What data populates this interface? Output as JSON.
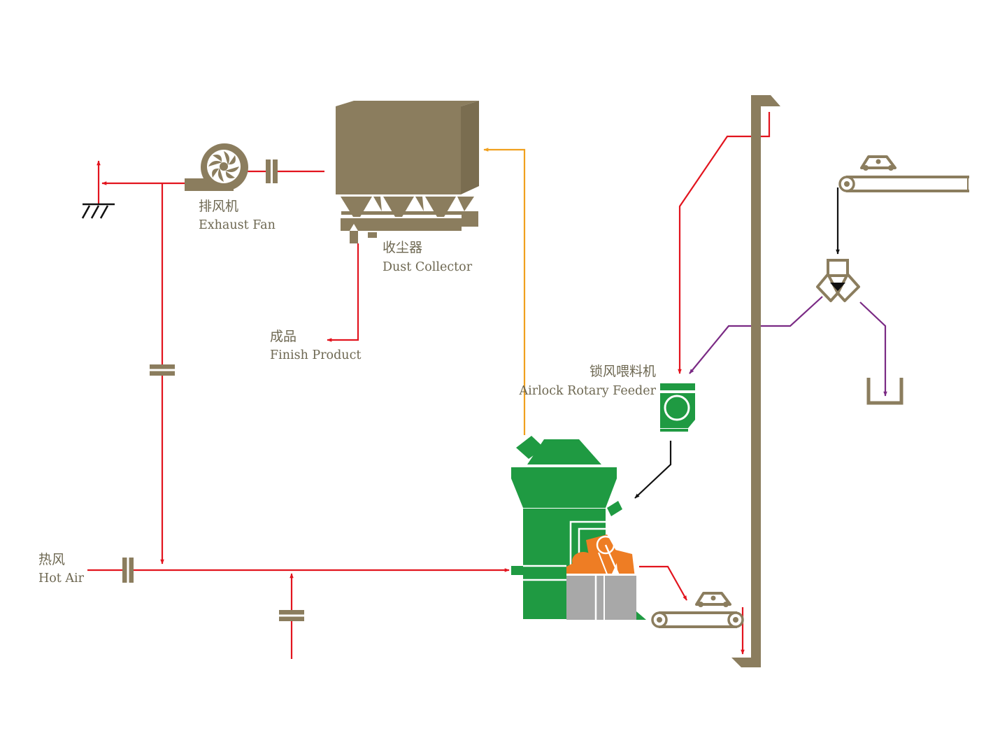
{
  "labels": {
    "exhaust_fan": {
      "zh": "排风机",
      "en": "Exhaust Fan"
    },
    "dust_collector": {
      "zh": "收尘器",
      "en": "Dust Collector"
    },
    "finish_product": {
      "zh": "成品",
      "en": "Finish Product"
    },
    "airlock_feeder": {
      "zh": "锁风喂料机",
      "en": "Airlock Rotary Feeder"
    },
    "hot_air": {
      "zh": "热风",
      "en": "Hot Air"
    }
  },
  "colors": {
    "equipment_tan": "#8b7d5e",
    "mill_green": "#1f9a42",
    "roller_orange": "#ee7d24",
    "mill_base_gray": "#a8a8a8",
    "air_line_red": "#e2141e",
    "product_line_orange": "#f0a01e",
    "material_line_purple": "#7a2a84",
    "feed_line_black": "#111111"
  }
}
